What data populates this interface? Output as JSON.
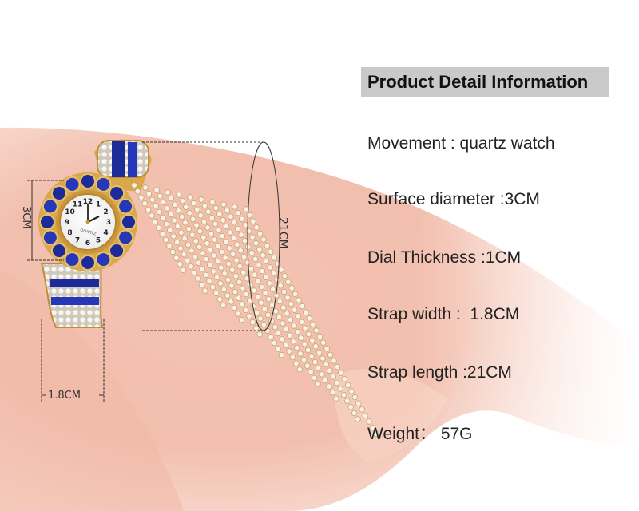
{
  "product_details": {
    "title": "Product Detail Information",
    "specs": [
      {
        "label": "Movement : quartz watch"
      },
      {
        "label": "Surface diameter :3CM"
      },
      {
        "label": "Dial Thickness :1CM"
      },
      {
        "label": "Strap width :  1.8CM"
      },
      {
        "label": "Strap length :21CM"
      },
      {
        "label": "Weight： 57G"
      }
    ]
  },
  "dimensions": {
    "dial_height": "3CM",
    "strap_length": "21CM",
    "strap_width": "1.8CM"
  },
  "watch_face": {
    "brand": "QUARTZ",
    "numerals": [
      "12",
      "1",
      "2",
      "3",
      "4",
      "5",
      "6",
      "7",
      "8",
      "9",
      "10",
      "11"
    ]
  },
  "colors": {
    "skin": "#f3c3b3",
    "gold": "#d9a84a",
    "sapphire": "#1c2a9a",
    "title_bg": "#c9c9c9"
  }
}
